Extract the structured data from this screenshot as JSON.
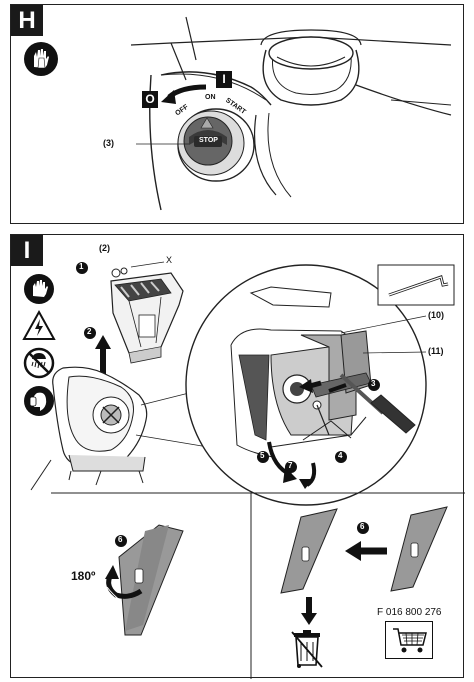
{
  "panel_h": {
    "letter": "H",
    "switch_off": "O",
    "switch_on": "I",
    "label_off": "OFF",
    "label_on": "ON",
    "label_start": "START",
    "knob_text": "STOP",
    "ref_3": "(3)",
    "icons": [
      "gloves-icon"
    ]
  },
  "panel_i": {
    "letter": "I",
    "ref_2": "(2)",
    "ref_x": "X",
    "step_1": "1",
    "step_2": "2",
    "step_3": "3",
    "step_4": "4",
    "step_5": "5",
    "step_6": "6",
    "step_7": "7",
    "ref_10": "(10)",
    "ref_11": "(11)",
    "rotate": "180º",
    "part_number": "F 016 800 276",
    "icons": [
      "gloves-icon",
      "electric-hazard-icon",
      "no-rain-icon",
      "hearing-protection-icon",
      "trash-bin-icon",
      "shopping-cart-icon"
    ]
  }
}
